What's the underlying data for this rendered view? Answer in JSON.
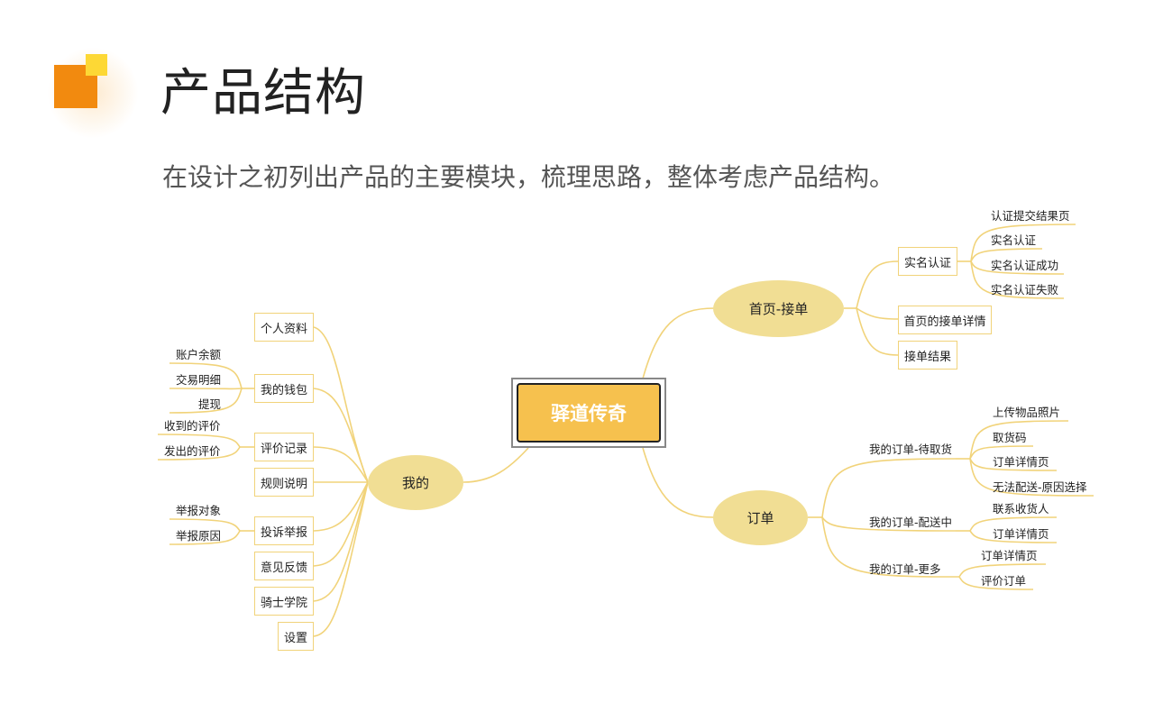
{
  "header": {
    "title": "产品结构",
    "subtitle": "在设计之初列出产品的主要模块，梳理思路，整体考虑产品结构。"
  },
  "colors": {
    "accent_orange": "#f28a0f",
    "accent_yellow": "#fdd835",
    "node_fill": "#f1de94",
    "line": "#f1d37a",
    "center_fill": "#f6c14e"
  },
  "mindmap": {
    "center": "驿道传奇",
    "home": {
      "label": "首页-接单",
      "verify": {
        "label": "实名认证",
        "items": [
          "认证提交结果页",
          "实名认证",
          "实名认证成功",
          "实名认证失败"
        ]
      },
      "detail": "首页的接单详情",
      "result": "接单结果"
    },
    "orders": {
      "label": "订单",
      "pending": {
        "label": "我的订单-待取货",
        "items": [
          "上传物品照片",
          "取货码",
          "订单详情页",
          "无法配送-原因选择"
        ]
      },
      "delivering": {
        "label": "我的订单-配送中",
        "items": [
          "联系收货人",
          "订单详情页"
        ]
      },
      "more": {
        "label": "我的订单-更多",
        "items": [
          "订单详情页",
          "评价订单"
        ]
      }
    },
    "mine": {
      "label": "我的",
      "profile": "个人资料",
      "wallet": {
        "label": "我的钱包",
        "items": [
          "账户余额",
          "交易明细",
          "提现"
        ]
      },
      "reviews": {
        "label": "评价记录",
        "items": [
          "收到的评价",
          "发出的评价"
        ]
      },
      "rules": "规则说明",
      "report": {
        "label": "投诉举报",
        "items": [
          "举报对象",
          "举报原因"
        ]
      },
      "feedback": "意见反馈",
      "academy": "骑士学院",
      "settings": "设置"
    }
  }
}
